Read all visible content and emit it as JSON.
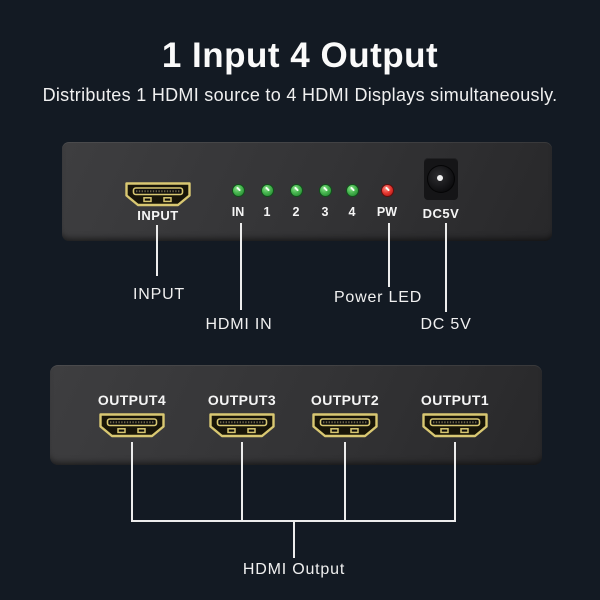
{
  "header": {
    "title": "1 Input 4 Output",
    "subtitle": "Distributes 1 HDMI source to 4 HDMI Displays simultaneously."
  },
  "front_panel": {
    "input_port": {
      "label": "INPUT"
    },
    "leds": [
      {
        "label": "IN",
        "color": "#46b54e"
      },
      {
        "label": "1",
        "color": "#46b54e"
      },
      {
        "label": "2",
        "color": "#46b54e"
      },
      {
        "label": "3",
        "color": "#46b54e"
      },
      {
        "label": "4",
        "color": "#46b54e"
      },
      {
        "label": "PW",
        "color": "#e3332c"
      }
    ],
    "dc_jack": {
      "label": "DC5V"
    }
  },
  "callouts": {
    "input": "INPUT",
    "hdmi_in": "HDMI IN",
    "power_led": "Power LED",
    "dc_5v": "DC 5V",
    "hdmi_output": "HDMI Output"
  },
  "back_panel": {
    "ports": [
      {
        "label": "OUTPUT4"
      },
      {
        "label": "OUTPUT3"
      },
      {
        "label": "OUTPUT2"
      },
      {
        "label": "OUTPUT1"
      }
    ]
  },
  "colors": {
    "background": "#131a23",
    "panel_gray": "#333335",
    "connector_gold": "#d9c872",
    "led_green": "#46b54e",
    "led_red": "#e3332c",
    "text": "#f2f2f2",
    "line": "#ececec"
  }
}
